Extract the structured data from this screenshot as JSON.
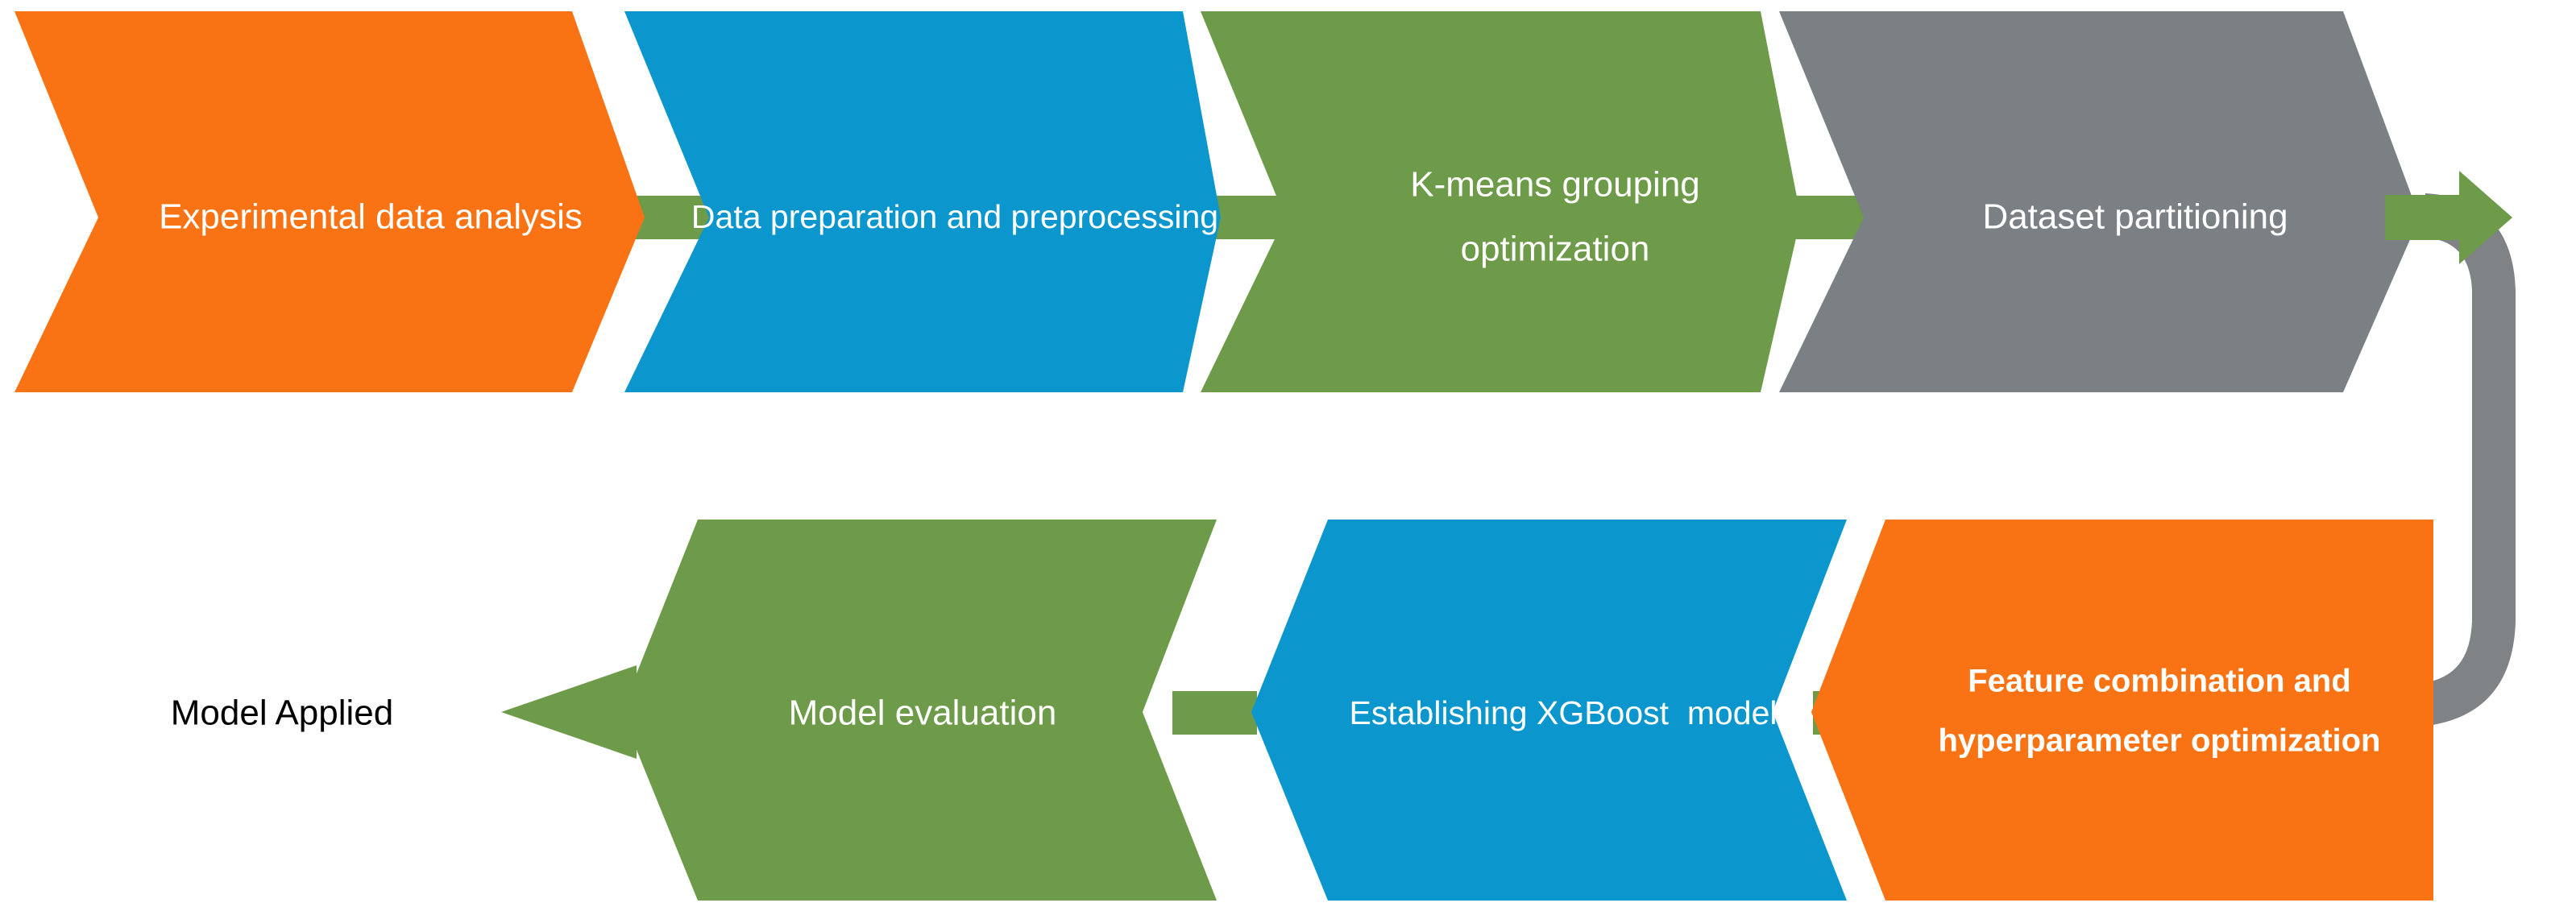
{
  "diagram": {
    "type": "process-flow-chevron",
    "orientation": "two-row-serpentine",
    "background_color": "#ffffff",
    "colors": {
      "orange": "#F97314",
      "blue": "#0C96CE",
      "green": "#6D9B49",
      "gray": "#7B8084",
      "label_on_shape": "#ffffff",
      "label_plain": "#000000"
    },
    "top_row": {
      "direction": "left-to-right",
      "steps": [
        {
          "id": "step-1",
          "label": "Experimental data analysis",
          "color_key": "orange",
          "bold": false,
          "lines": 1
        },
        {
          "id": "step-2",
          "label": "Data preparation and preprocessing",
          "color_key": "blue",
          "bold": false,
          "lines": 1
        },
        {
          "id": "step-3",
          "label_line_1": "K-means grouping",
          "label_line_2": "optimization",
          "color_key": "green",
          "bold": false,
          "lines": 2
        },
        {
          "id": "step-4",
          "label": "Dataset partitioning",
          "color_key": "gray",
          "bold": false,
          "lines": 1
        }
      ],
      "connectors": [
        {
          "id": "connector-1-2",
          "color_key": "green",
          "kind": "chevron-bar"
        },
        {
          "id": "connector-2-3",
          "color_key": "green",
          "kind": "chevron-bar"
        },
        {
          "id": "connector-3-4",
          "color_key": "green",
          "kind": "chevron-bar"
        }
      ],
      "exit_arrow": {
        "id": "top-exit-arrow",
        "color_key": "green",
        "direction": "right"
      }
    },
    "loopback": {
      "id": "loopback-connector",
      "color_key": "gray",
      "description": "curved connector from end of top row down to start of bottom row",
      "arrowhead_direction": "left"
    },
    "bottom_row": {
      "direction": "right-to-left",
      "steps": [
        {
          "id": "step-5",
          "label_line_1": "Feature combination and",
          "label_line_2": "hyperparameter optimization",
          "color_key": "orange",
          "bold": true,
          "lines": 2
        },
        {
          "id": "step-6",
          "label": "Establishing XGBoost  model",
          "color_key": "blue",
          "bold": false,
          "lines": 1
        },
        {
          "id": "step-7",
          "label": "Model evaluation",
          "color_key": "green",
          "bold": false,
          "lines": 1
        }
      ],
      "connectors": [
        {
          "id": "connector-5-6",
          "color_key": "green",
          "kind": "bar"
        },
        {
          "id": "connector-6-7",
          "color_key": "green",
          "kind": "bar"
        }
      ],
      "exit_arrow": {
        "id": "bottom-exit-arrow",
        "color_key": "green",
        "direction": "left"
      }
    },
    "outcome": {
      "id": "outcome-model-applied",
      "label": "Model Applied"
    }
  }
}
